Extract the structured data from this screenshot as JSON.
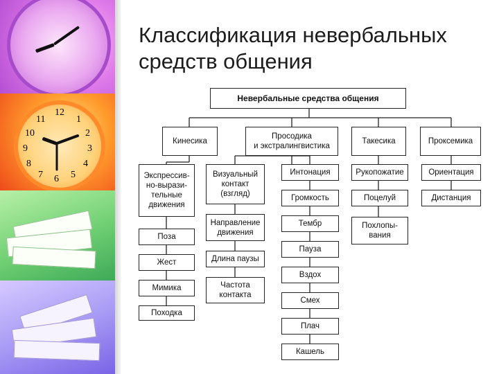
{
  "slide": {
    "title": "Классификация невербальных\nсредств общения"
  },
  "clocks": {
    "orange_numerals": [
      "12",
      "1",
      "2",
      "3",
      "4",
      "5",
      "6",
      "7",
      "8",
      "9",
      "10",
      "11"
    ]
  },
  "diagram": {
    "root": "Невербальные средства общения",
    "categories": [
      {
        "label": "Кинесика",
        "items": [
          "Экспрессив-\nно-вырази-\nтельные\nдвижения",
          "Поза",
          "Жест",
          "Мимика",
          "Походка"
        ]
      },
      {
        "label": "Просодика\nи экстралингвистика",
        "sub_left": [
          "Визуальный\nконтакт\n(взгляд)",
          "Направление\nдвижения",
          "Длина паузы",
          "Частота\nконтакта"
        ],
        "sub_right": [
          "Интонация",
          "Громкость",
          "Тембр",
          "Пауза",
          "Вздох",
          "Смех",
          "Плач",
          "Кашель"
        ]
      },
      {
        "label": "Такесика",
        "items": [
          "Рукопожатие",
          "Поцелуй",
          "Похлопы-\nвания"
        ]
      },
      {
        "label": "Проксемика",
        "items": [
          "Ориентация",
          "Дистанция"
        ]
      }
    ]
  }
}
